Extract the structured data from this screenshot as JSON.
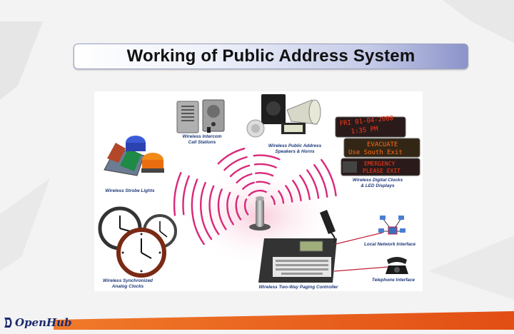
{
  "slide": {
    "title": "Working of Public Address System"
  },
  "diagram": {
    "labels": {
      "intercom": "Wireless Intercom\nCall Stations",
      "speakers": "Wireless Public Address\nSpeakers & Horns",
      "strobe": "Wireless Strobe Lights",
      "displays": "Wireless Digital Clocks\n& LED Displays",
      "network": "Local Network Interface",
      "clocks": "Wireless Synchronized\nAnalog Clocks",
      "paging": "Wireless Two-Way Paging Controller",
      "telephone": "Telephone Interface"
    },
    "led": {
      "line1": "FRI 01-04-2008",
      "line2": "1:35 PM",
      "line3": "EVACUATE",
      "line4": "Use South Exit",
      "line5": "EMERGENCY",
      "line6": "PLEASE EXIT"
    }
  },
  "logo": {
    "text": "OpenHub"
  },
  "colors": {
    "accent_orange": "#e8561c",
    "title_gradient_end": "#8b93c9",
    "wave_pink": "#d9287a",
    "label_blue": "#1f3a7a",
    "led_red": "#ff3a1a"
  }
}
